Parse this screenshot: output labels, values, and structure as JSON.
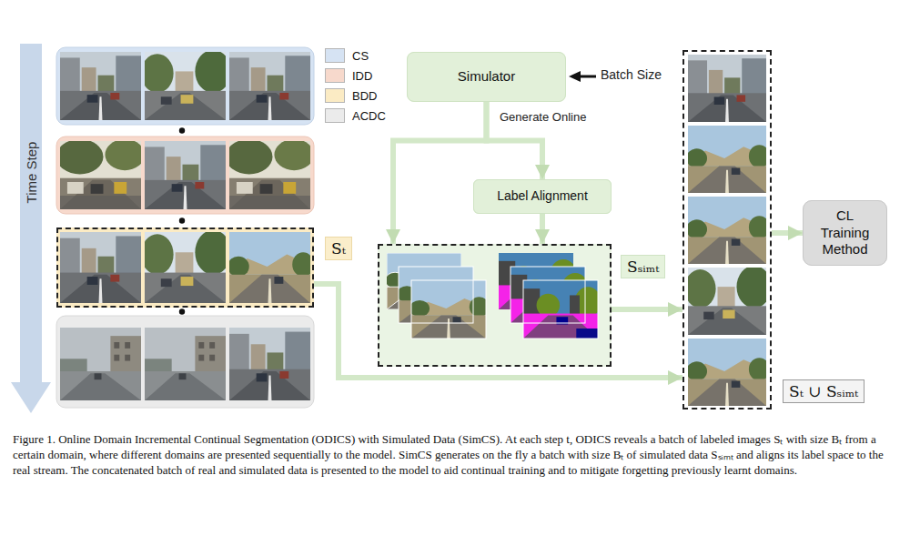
{
  "diagram": {
    "caption": "Figure 1. Online Domain Incremental Continual Segmentation (ODICS) with Simulated Data (SimCS). At each step t, ODICS reveals a batch of labeled images Sₜ with size Bₜ from a certain domain, where different domains are presented sequentially to the model. SimCS generates on the fly a batch with size Bₜ of simulated data Sₛᵢₘₜ and aligns its label space to the real stream. The concatenated batch of real and simulated data is presented to the model to aid continual training and to mitigate forgetting previously learnt domains.",
    "nodes": [
      {
        "text": [
          "Simulator"
        ]
      },
      {
        "text": [
          "Label Alignment"
        ]
      },
      {
        "text": [
          "Sₛᵢₘₜ"
        ]
      },
      {
        "text": [
          "Sₜ"
        ]
      },
      {
        "text": [
          "Sₜ ∪ Sₛᵢₘₜ"
        ]
      },
      {
        "text": [
          "CL Training Method"
        ]
      }
    ],
    "edges": [
      {
        "from": 0,
        "to": 1,
        "arrow": "to",
        "label": "Generate Online"
      },
      {
        "from": 0,
        "to": 2,
        "arrow": "to"
      },
      {
        "from": 1,
        "to": 2,
        "arrow": "to"
      },
      {
        "from": 2,
        "to": 4,
        "arrow": "to"
      },
      {
        "from": 3,
        "to": 4,
        "arrow": "to"
      },
      {
        "from": 4,
        "to": 5,
        "arrow": "to"
      }
    ],
    "labels": [
      "Time Step",
      "Batch Size"
    ],
    "legend": [
      {
        "text": "CS",
        "color": "#d6e3f3"
      },
      {
        "text": "IDD",
        "color": "#f7d9cc"
      },
      {
        "text": "BDD",
        "color": "#fbebc4"
      },
      {
        "text": "ACDC",
        "color": "#ebebeb"
      }
    ]
  }
}
